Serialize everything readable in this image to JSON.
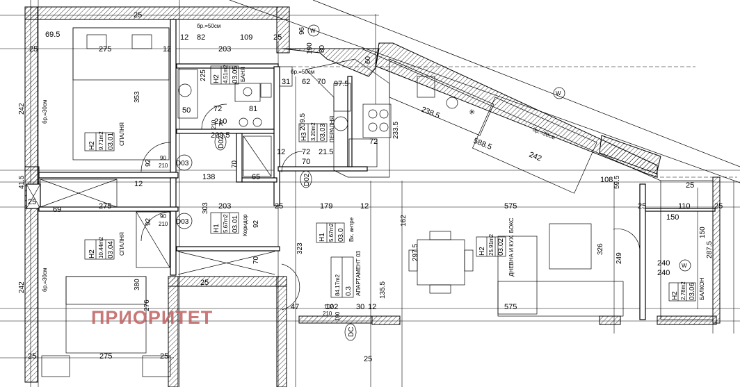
{
  "watermark": "ПРИОРИТЕТ",
  "apartment": {
    "label_line1": "АПАРТАМЕНТ 03",
    "label_line2": "84.17m2",
    "label_code": "0.3"
  },
  "rooms": [
    {
      "id": "r1",
      "code": "03.01",
      "name": "СПАЛНЯ",
      "area": "9.71m2",
      "tag": "H2"
    },
    {
      "id": "r2",
      "code": "03.05",
      "name": "БАНЯ",
      "area": "4.51m2",
      "tag": "H2"
    },
    {
      "id": "r3",
      "code": "03.03",
      "name": "ПЕРАЛНЯ",
      "area": "3.20m2",
      "tag": "H3"
    },
    {
      "id": "r4",
      "code": "03.04",
      "name": "СПАЛНЯ",
      "area": "10.44m2",
      "tag": "H2"
    },
    {
      "id": "r5",
      "code": "03.01",
      "name": "Коридор",
      "area": "5.67m2",
      "tag": "H1"
    },
    {
      "id": "r6",
      "code": "03.0",
      "name": "Вх. антре",
      "area": "5.67m2",
      "tag": "H1"
    },
    {
      "id": "r7",
      "code": "03.02",
      "name": "ДНЕВНА И КУХ. БОКС",
      "area": "25.91m2",
      "tag": "H2"
    },
    {
      "id": "r8",
      "code": "03.06",
      "name": "БАЛКОН",
      "area": "2.78m2",
      "tag": "H2"
    }
  ],
  "doors": [
    "D03",
    "D03",
    "D02",
    "D02",
    "DC"
  ],
  "door_sizes": [
    "90",
    "210",
    "90",
    "210",
    "70",
    "210",
    "102",
    "210",
    "100"
  ],
  "window_notes": [
    "бр.=30см",
    "бр.=30см",
    "бр.=50см",
    "бр.=50см",
    "бр.=30см"
  ],
  "dims_top": [
    "25",
    "69.5",
    "275",
    "12",
    "82",
    "109",
    "25",
    "12",
    "203",
    "96",
    "190",
    "80",
    "60"
  ],
  "dims_mid": [
    "242",
    "353",
    "225",
    "72",
    "81",
    "50",
    "72",
    "210",
    "70",
    "31",
    "62",
    "97.5",
    "209.5",
    "12",
    "25",
    "72",
    "70",
    "21.5",
    "72"
  ],
  "dims_row": [
    "41.5",
    "12",
    "138",
    "65",
    "12",
    "69",
    "275",
    "303",
    "203",
    "25",
    "179",
    "12",
    "575",
    "110",
    "150",
    "25"
  ],
  "dims_lower": [
    "242",
    "380",
    "276",
    "92",
    "92",
    "323",
    "162",
    "297.5",
    "135.5",
    "326",
    "249",
    "287.5",
    "150",
    "240",
    "240",
    "70",
    "47",
    "102",
    "30",
    "12",
    "575",
    "25",
    "25",
    "275",
    "25",
    "25"
  ],
  "dims_diag": [
    "238.5",
    "233.5",
    "588.5",
    "242",
    "240",
    "108",
    "59.5",
    "25"
  ],
  "axis_marks": [
    "W",
    "W",
    "W"
  ]
}
